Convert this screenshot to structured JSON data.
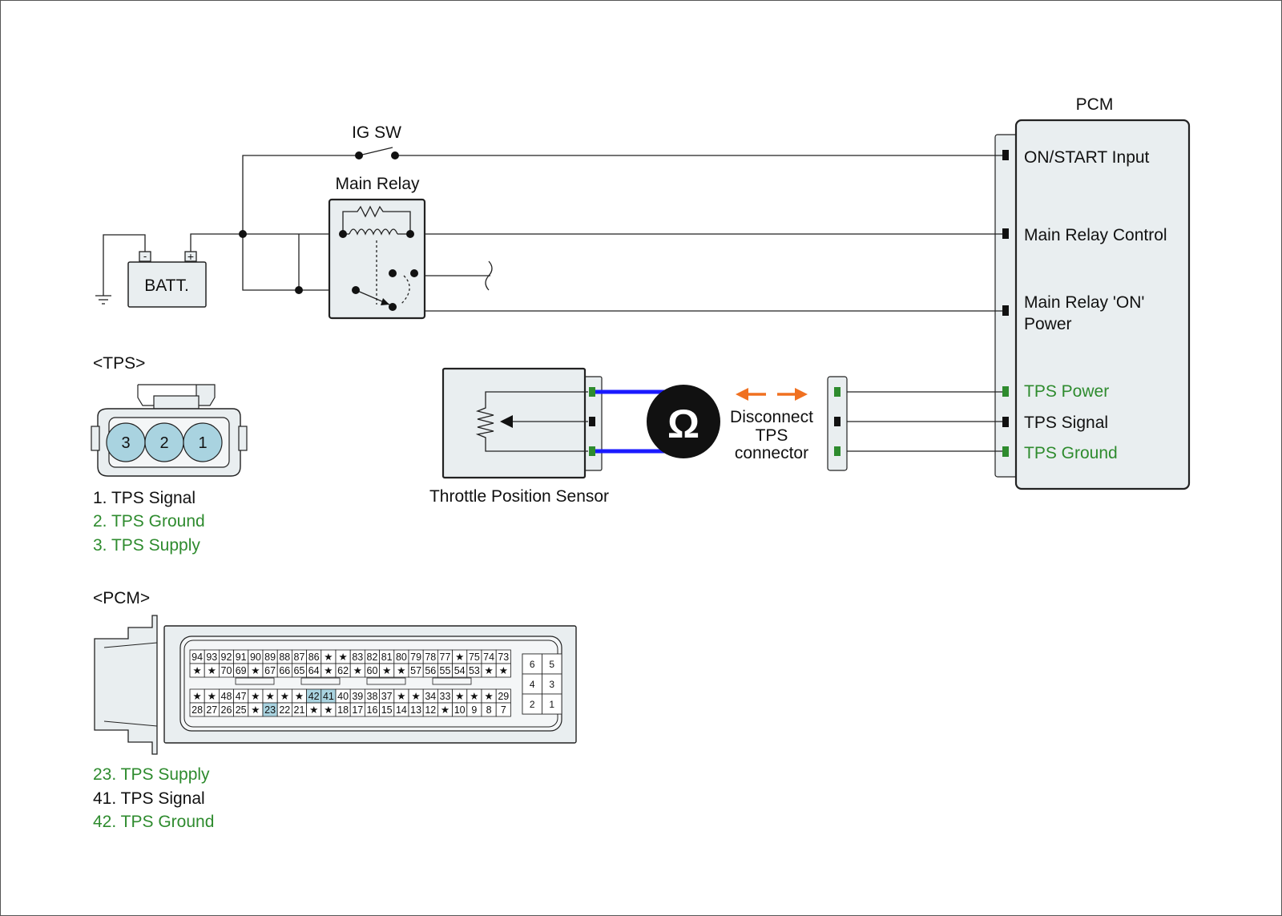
{
  "colors": {
    "green": "#2e8b2e",
    "wire_blue": "#1a1aff",
    "arrow_orange": "#f07020",
    "panel": "#e9eef0",
    "pin_highlight": "#a9d3e0"
  },
  "pcm": {
    "title": "PCM",
    "pins": [
      "ON/START Input",
      "Main Relay Control",
      "Main Relay 'ON'",
      "Power",
      "TPS Power",
      "TPS Signal",
      "TPS Ground"
    ]
  },
  "ig_switch": {
    "label": "IG SW"
  },
  "main_relay": {
    "label": "Main Relay"
  },
  "battery": {
    "label": "BATT.",
    "neg": "-",
    "pos": "+"
  },
  "sensor": {
    "label": "Throttle Position Sensor"
  },
  "ohmmeter": {
    "symbol": "Ω"
  },
  "disconnect": {
    "line1": "Disconnect",
    "line2": "TPS",
    "line3": "connector"
  },
  "tps_connector": {
    "title": "<TPS>",
    "pins": [
      "3",
      "2",
      "1"
    ],
    "legend": [
      "1. TPS Signal",
      "2. TPS Ground",
      "3. TPS Supply"
    ]
  },
  "pcm_connector": {
    "title": "<PCM>",
    "row1": [
      "94",
      "93",
      "92",
      "91",
      "90",
      "89",
      "88",
      "87",
      "86",
      "★",
      "★",
      "83",
      "82",
      "81",
      "80",
      "79",
      "78",
      "77",
      "★",
      "75",
      "74",
      "73"
    ],
    "row2": [
      "★",
      "★",
      "70",
      "69",
      "★",
      "67",
      "66",
      "65",
      "64",
      "★",
      "62",
      "★",
      "60",
      "★",
      "★",
      "57",
      "56",
      "55",
      "54",
      "53",
      "★",
      "★"
    ],
    "row3": [
      "★",
      "★",
      "48",
      "47",
      "★",
      "★",
      "★",
      "★",
      "42",
      "41",
      "40",
      "39",
      "38",
      "37",
      "★",
      "★",
      "34",
      "33",
      "★",
      "★",
      "★",
      "29"
    ],
    "row4": [
      "28",
      "27",
      "26",
      "25",
      "★",
      "23",
      "22",
      "21",
      "★",
      "★",
      "18",
      "17",
      "16",
      "15",
      "14",
      "13",
      "12",
      "★",
      "10",
      "9",
      "8",
      "7"
    ],
    "small_block": [
      "6",
      "5",
      "4",
      "3",
      "2",
      "1"
    ],
    "highlighted": [
      "42",
      "41",
      "23"
    ],
    "legend": [
      "23. TPS Supply",
      "41. TPS Signal",
      "42. TPS Ground"
    ]
  }
}
